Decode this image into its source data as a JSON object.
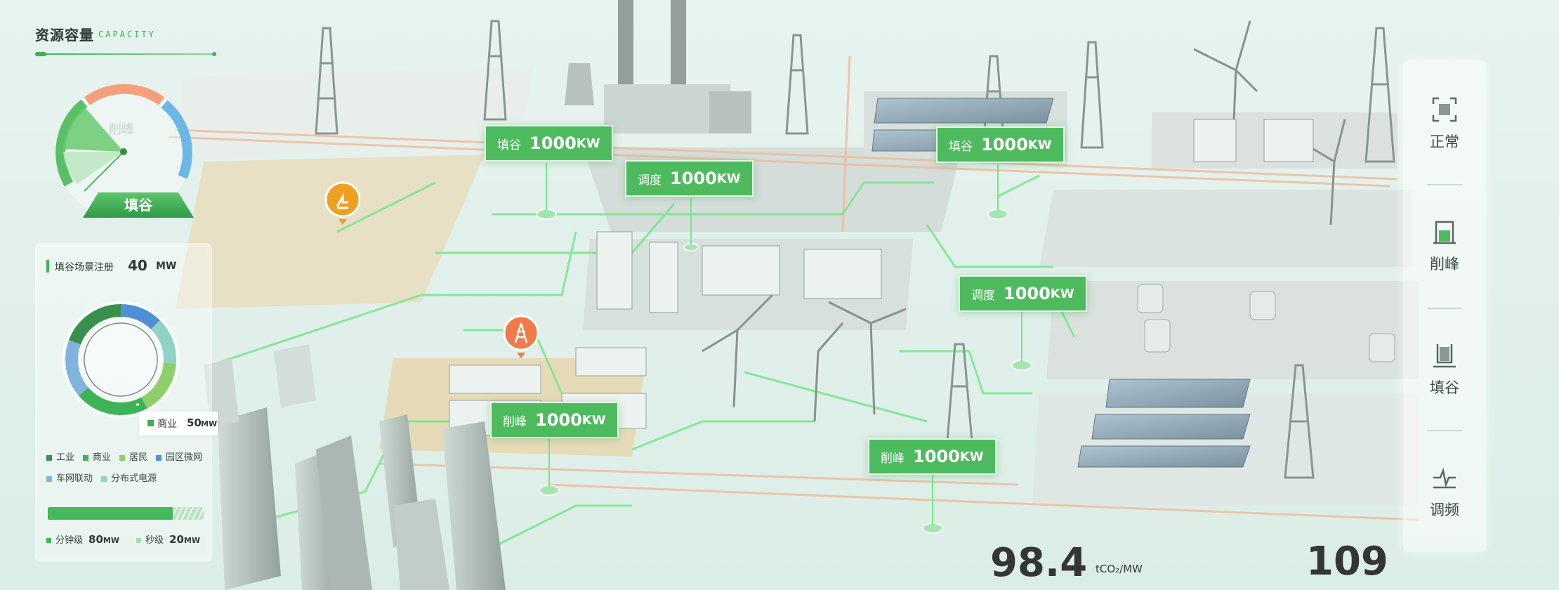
{
  "left_panel": {
    "title": "资源容量",
    "subtitle": "CAPACITY",
    "gauge": {
      "badge": "填谷",
      "faint_text": "削峰"
    },
    "registration": {
      "label": "填谷场景注册",
      "value": "40",
      "unit": "MW"
    },
    "donut_tooltip": {
      "label": "商业",
      "value": "50",
      "unit": "MW"
    },
    "legend": [
      {
        "label": "工业",
        "color": "#3a8f4c"
      },
      {
        "label": "商业",
        "color": "#3cb356"
      },
      {
        "label": "居民",
        "color": "#8fcf6a"
      },
      {
        "label": "园区微网",
        "color": "#4f8fd6"
      },
      {
        "label": "车网联动",
        "color": "#7fb4df"
      },
      {
        "label": "分布式电源",
        "color": "#8fd3c4"
      }
    ],
    "levels": [
      {
        "label": "分钟级",
        "value": "80",
        "unit": "MW",
        "color": "#3cb356"
      },
      {
        "label": "秒级",
        "value": "20",
        "unit": "MW",
        "color": "#a7dcb1"
      }
    ],
    "level_share": 0.8
  },
  "callouts": [
    {
      "label": "填谷",
      "value": "1000",
      "unit": "KW"
    },
    {
      "label": "调度",
      "value": "1000",
      "unit": "KW"
    },
    {
      "label": "填谷",
      "value": "1000",
      "unit": "KW"
    },
    {
      "label": "调度",
      "value": "1000",
      "unit": "KW"
    },
    {
      "label": "削峰",
      "value": "1000",
      "unit": "KW"
    },
    {
      "label": "削峰",
      "value": "1000",
      "unit": "KW"
    }
  ],
  "modes": [
    {
      "label": "正常",
      "icon": "normal-frame-icon"
    },
    {
      "label": "削峰",
      "icon": "peak-shaving-icon"
    },
    {
      "label": "填谷",
      "icon": "valley-filling-icon"
    },
    {
      "label": "调频",
      "icon": "frequency-regulation-icon"
    }
  ],
  "background_readouts": {
    "value_a": "98.4",
    "unit_a": "tCO₂/MW",
    "value_b": "109"
  },
  "colors": {
    "accent_green": "#4dbb5d",
    "marker_orange": "#f0a020",
    "marker_coral": "#f07a4a",
    "gauge_orange": "#f5a07a",
    "gauge_blue": "#6ab7e8"
  }
}
